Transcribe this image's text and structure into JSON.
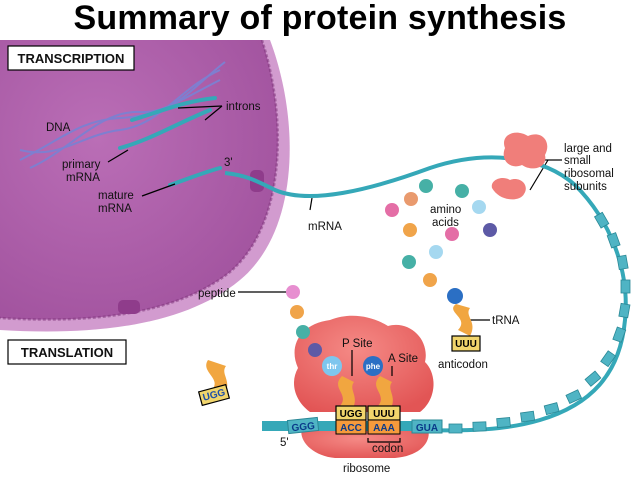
{
  "title": "Summary of protein synthesis",
  "sections": {
    "transcription": "TRANSCRIPTION",
    "translation": "TRANSLATION"
  },
  "labels": {
    "dna": "DNA",
    "introns": "introns",
    "primary_mrna_1": "primary",
    "primary_mrna_2": "mRNA",
    "mature_mrna_1": "mature",
    "mature_mrna_2": "mRNA",
    "three_prime": "3'",
    "five_prime": "5'",
    "mrna": "mRNA",
    "amino_acids_1": "amino",
    "amino_acids_2": "acids",
    "subunits_1": "large and",
    "subunits_2": "small",
    "subunits_3": "ribosomal",
    "subunits_4": "subunits",
    "peptide": "peptide",
    "trna": "tRNA",
    "anticodon": "anticodon",
    "p_site": "P Site",
    "a_site": "A Site",
    "codon": "codon",
    "ribosome": "ribosome"
  },
  "amino_acid_tags": {
    "p_site": "thr",
    "a_site": "phe"
  },
  "bases": {
    "free_trna": "UGG",
    "p_anticodon": "UGG",
    "p_codon": "ACC",
    "a_anticodon": "UUU",
    "a_codon": "AAA",
    "incoming_anticodon": "UUU",
    "left_codon": "GGG",
    "right_codon": "GUA"
  },
  "colors": {
    "nucleus": "#b860b3",
    "cytoplasm": "#d28ccf",
    "mrna": "#35a8b8",
    "ribosome": "#ef6b6b",
    "trna": "#f1a640"
  }
}
